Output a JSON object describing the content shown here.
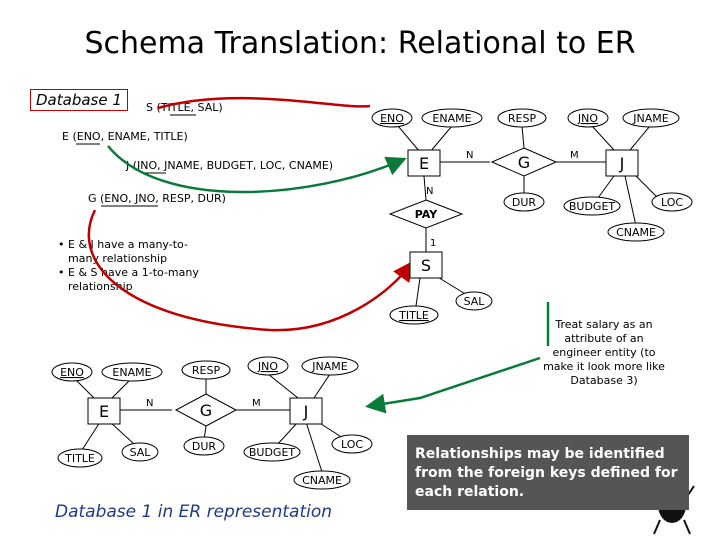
{
  "title": "Schema Translation:  Relational to ER",
  "db_label": "Database 1",
  "schema": {
    "s": "S (TITLE, SAL)",
    "e": "E (ENO, ENAME, TITLE)",
    "j": "J (JNO, JNAME, BUDGET, LOC, CNAME)",
    "g": "G (ENO, JNO, RESP, DUR)"
  },
  "bullets": [
    "E & J have a many-to-",
    "many relationship",
    "E & S have a 1-to-many",
    "relationship"
  ],
  "right_diagram": {
    "attributes": {
      "eno": "ENO",
      "ename": "ENAME",
      "resp": "RESP",
      "jno": "JNO",
      "jname": "JNAME",
      "dur": "DUR",
      "budget": "BUDGET",
      "loc": "LOC",
      "cname": "CNAME",
      "title": "TITLE",
      "sal": "SAL"
    },
    "entities": {
      "e": "E",
      "j": "J",
      "s": "S"
    },
    "relationships": {
      "g": "G",
      "pay": "PAY"
    },
    "cardinalities": {
      "eg": "N",
      "gj": "M",
      "epay": "N",
      "pays": "1"
    }
  },
  "bottom_diagram": {
    "attributes": {
      "eno": "ENO",
      "ename": "ENAME",
      "resp": "RESP",
      "jno": "JNO",
      "jname": "JNAME",
      "title": "TITLE",
      "sal": "SAL",
      "dur": "DUR",
      "budget": "BUDGET",
      "loc": "LOC",
      "cname": "CNAME"
    },
    "entities": {
      "e": "E",
      "j": "J"
    },
    "relationships": {
      "g": "G"
    },
    "cardinalities": {
      "eg": "N",
      "gj": "M"
    }
  },
  "note": "Treat salary as an attribute of an engineer entity (to make it look more like Database 3)",
  "caption": "Database 1 in ER representation",
  "callout": "Relationships may be identified from the foreign keys defined for each relation.",
  "colors": {
    "arrow_green": "#0a7a3a",
    "arrow_red": "#c00000",
    "callout_bg": "#555555",
    "caption": "#1f3a8a"
  }
}
